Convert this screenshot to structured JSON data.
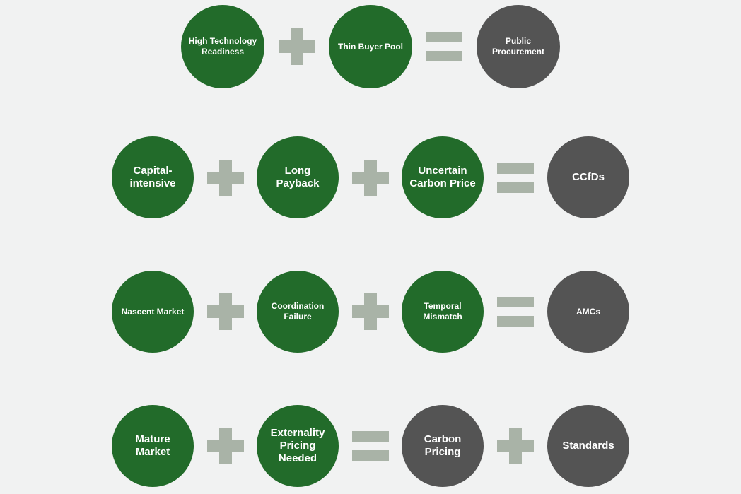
{
  "colors": {
    "background": "#f1f2f2",
    "condition_circle": "#226b2a",
    "outcome_circle": "#545454",
    "operator": "#a9b3a7"
  },
  "rows": [
    {
      "conditions": [
        "High Technology Readiness",
        "Thin Buyer Pool"
      ],
      "operators": [
        "plus",
        "equals"
      ],
      "outcomes": [
        "Public Procurement"
      ]
    },
    {
      "conditions": [
        "Capital-intensive",
        "Long Payback",
        "Uncertain Carbon Price"
      ],
      "operators": [
        "plus",
        "plus",
        "equals"
      ],
      "outcomes": [
        "CCfDs"
      ]
    },
    {
      "conditions": [
        "Nascent Market",
        "Coordination Failure",
        "Temporal Mismatch"
      ],
      "operators": [
        "plus",
        "plus",
        "equals"
      ],
      "outcomes": [
        "AMCs"
      ]
    },
    {
      "conditions": [
        "Mature Market",
        "Externality Pricing Needed"
      ],
      "operators": [
        "plus",
        "equals",
        "plus"
      ],
      "outcomes": [
        "Carbon Pricing",
        "Standards"
      ]
    }
  ]
}
